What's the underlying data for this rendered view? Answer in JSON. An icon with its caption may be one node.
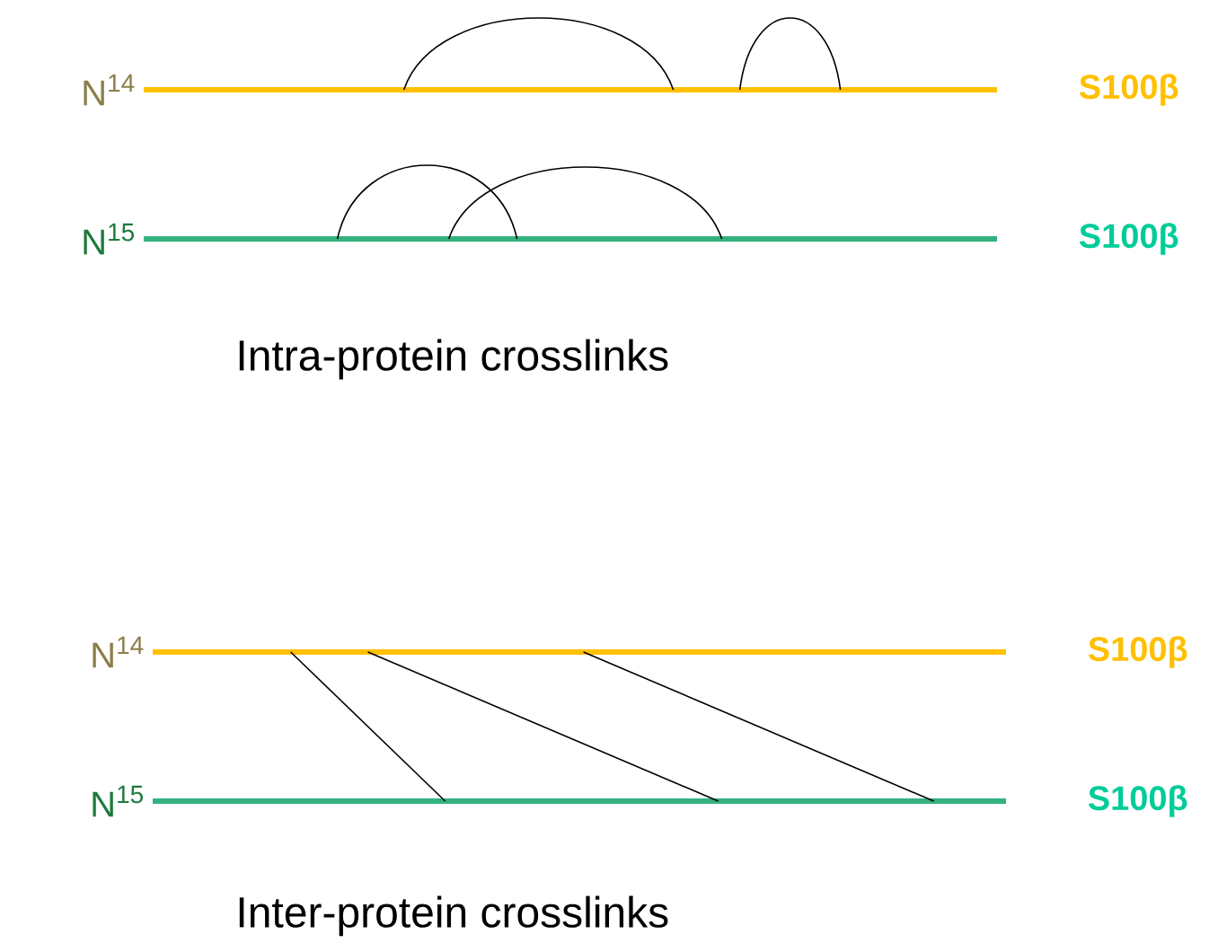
{
  "diagram": {
    "nodes": [
      {
        "text": [],
        "shape": "bar",
        "beside": [
          "N$^{14}$",
          "S100β"
        ]
      },
      {
        "text": [],
        "shape": "bar",
        "beside": [
          "N$^{15}$",
          "S100β"
        ]
      },
      {
        "text": [],
        "shape": "bar",
        "beside": [
          "N$^{14}$",
          "S100β"
        ]
      },
      {
        "text": [],
        "shape": "bar",
        "beside": [
          "N$^{15}$",
          "S100β"
        ]
      }
    ],
    "edges": [
      {
        "from": 0,
        "to": 0,
        "arrow": "none"
      },
      {
        "from": 0,
        "to": 0,
        "arrow": "none"
      },
      {
        "from": 1,
        "to": 1,
        "arrow": "none"
      },
      {
        "from": 1,
        "to": 1,
        "arrow": "none"
      },
      {
        "from": 2,
        "to": 3,
        "arrow": "none"
      },
      {
        "from": 2,
        "to": 3,
        "arrow": "none"
      },
      {
        "from": 2,
        "to": 3,
        "arrow": "none"
      }
    ],
    "labels": [
      "Intra-protein crosslinks",
      "Inter-protein crosslinks"
    ]
  }
}
